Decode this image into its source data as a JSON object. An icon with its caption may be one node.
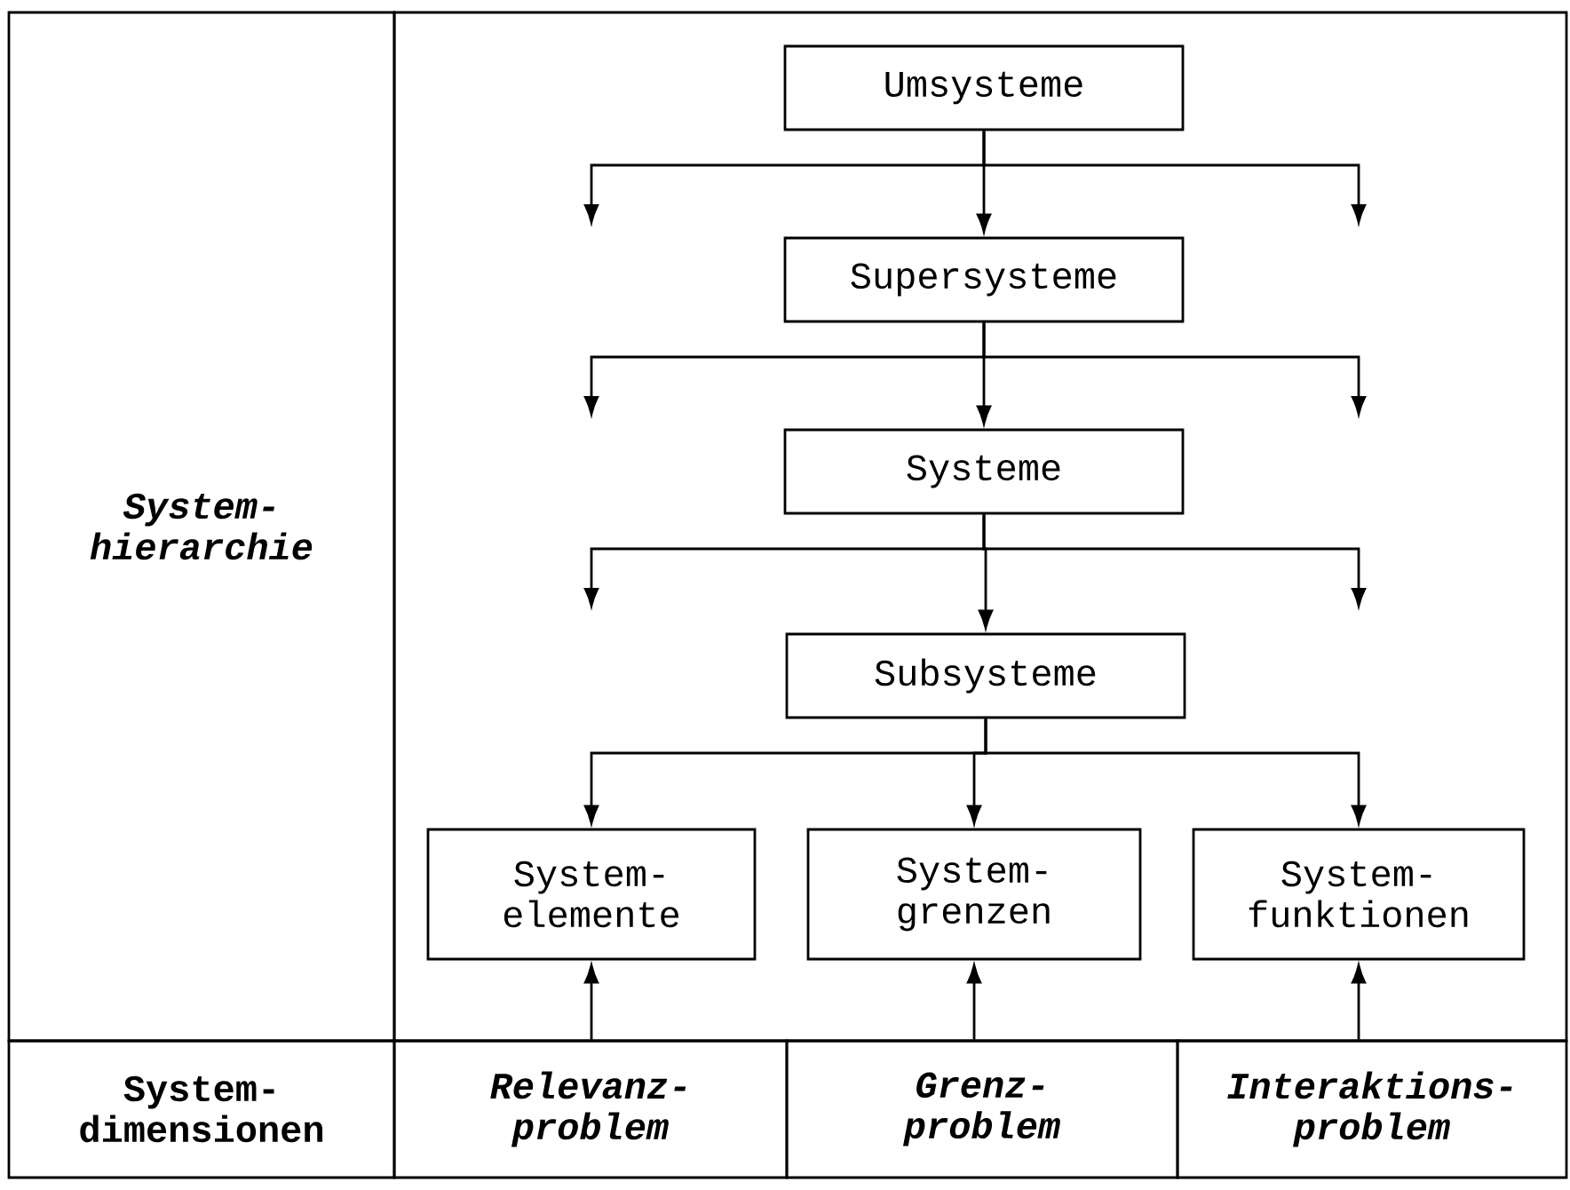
{
  "diagram": {
    "nodes": [
      {
        "text": [
          "System- hierarchie"
        ]
      },
      {
        "text": [
          "Umsysteme"
        ]
      },
      {
        "text": [
          "Supersysteme"
        ]
      },
      {
        "text": [
          "Systeme"
        ]
      },
      {
        "text": [
          "Subsysteme"
        ]
      },
      {
        "text": [
          "System- elemente"
        ]
      },
      {
        "text": [
          "System- grenzen"
        ]
      },
      {
        "text": [
          "System- funktionen"
        ]
      },
      {
        "text": [
          "System- dimensionen"
        ]
      },
      {
        "text": [
          "Relevanz- problem"
        ]
      },
      {
        "text": [
          "Grenz- problem"
        ]
      },
      {
        "text": [
          "Interaktions- problem"
        ]
      }
    ],
    "edges": [
      {
        "from": 1,
        "to": 2,
        "arrow": "to"
      },
      {
        "from": 1,
        "to": null,
        "arrow": "to"
      },
      {
        "from": 1,
        "to": null,
        "arrow": "to"
      },
      {
        "from": 2,
        "to": 3,
        "arrow": "to"
      },
      {
        "from": 2,
        "to": null,
        "arrow": "to"
      },
      {
        "from": 2,
        "to": null,
        "arrow": "to"
      },
      {
        "from": 3,
        "to": 4,
        "arrow": "to"
      },
      {
        "from": 3,
        "to": null,
        "arrow": "to"
      },
      {
        "from": 3,
        "to": null,
        "arrow": "to"
      },
      {
        "from": 4,
        "to": 5,
        "arrow": "to"
      },
      {
        "from": 4,
        "to": 6,
        "arrow": "to"
      },
      {
        "from": 4,
        "to": 7,
        "arrow": "to"
      },
      {
        "from": 9,
        "to": 5,
        "arrow": "to"
      },
      {
        "from": 10,
        "to": 6,
        "arrow": "to"
      },
      {
        "from": 11,
        "to": 7,
        "arrow": "to"
      }
    ]
  }
}
